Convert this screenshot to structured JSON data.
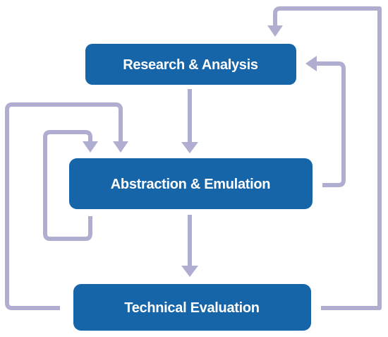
{
  "diagram": {
    "nodes": {
      "research": "Research & Analysis",
      "abstraction": "Abstraction & Emulation",
      "evaluation": "Technical Evaluation"
    },
    "colors": {
      "node_fill": "#1565a8",
      "node_text": "#ffffff",
      "arrow": "#b0aed0"
    }
  }
}
